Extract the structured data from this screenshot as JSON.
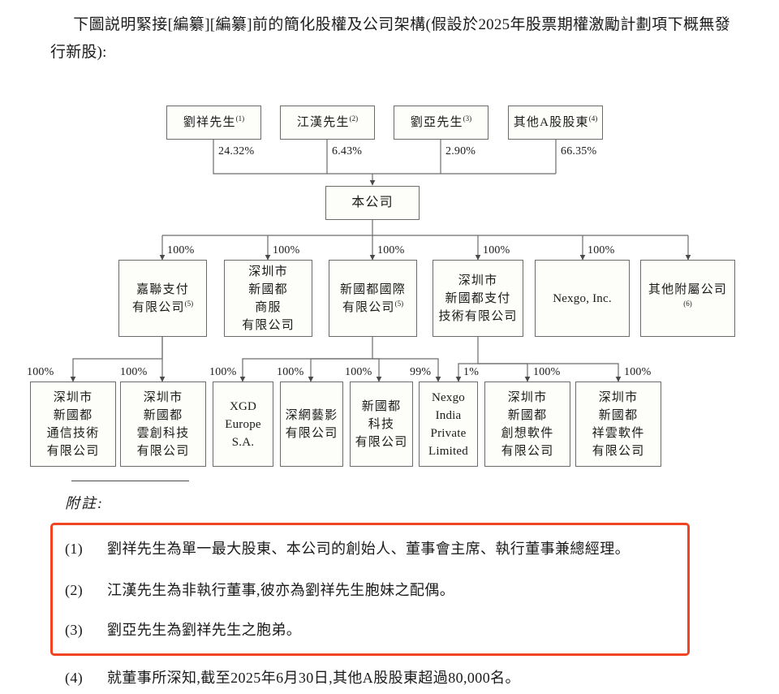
{
  "intro": {
    "text": "下圖説明緊接[編纂][編纂]前的簡化股權及公司架構(假設於2025年股票期權激勵計劃項下概無發行新股):"
  },
  "chart_data": {
    "type": "diagram",
    "title": "簡化股權及公司架構",
    "levels": [
      {
        "level": 1,
        "nodes": [
          {
            "id": "sh1",
            "label": "劉祥先生",
            "footnote": "(1)",
            "pct_to_parent": "24.32%"
          },
          {
            "id": "sh2",
            "label": "江漢先生",
            "footnote": "(2)",
            "pct_to_parent": "6.43%"
          },
          {
            "id": "sh3",
            "label": "劉亞先生",
            "footnote": "(3)",
            "pct_to_parent": "2.90%"
          },
          {
            "id": "sh4",
            "label": "其他A股股東",
            "footnote": "(4)",
            "pct_to_parent": "66.35%"
          }
        ]
      },
      {
        "level": 2,
        "nodes": [
          {
            "id": "company",
            "label": "本公司",
            "footnote": ""
          }
        ]
      },
      {
        "level": 3,
        "nodes": [
          {
            "id": "s1",
            "lines": [
              "嘉聯支付",
              "有限公司"
            ],
            "footnote": "(5)",
            "pct": "100%"
          },
          {
            "id": "s2",
            "lines": [
              "深圳市",
              "新國都",
              "商服",
              "有限公司"
            ],
            "footnote": "",
            "pct": "100%"
          },
          {
            "id": "s3",
            "lines": [
              "新國都國際",
              "有限公司"
            ],
            "footnote": "(5)",
            "pct": "100%"
          },
          {
            "id": "s4",
            "lines": [
              "深圳市",
              "新國都支付",
              "技術有限公司"
            ],
            "footnote": "",
            "pct": "100%"
          },
          {
            "id": "s5",
            "lines": [
              "Nexgo, Inc."
            ],
            "footnote": "",
            "pct": "100%",
            "latin": true
          },
          {
            "id": "s6",
            "lines": [
              "其他附屬公司"
            ],
            "footnote": "(6)",
            "pct": ""
          }
        ]
      },
      {
        "level": 4,
        "nodes": [
          {
            "id": "t1",
            "lines": [
              "深圳市",
              "新國都",
              "通信技術",
              "有限公司"
            ],
            "pct": "100%",
            "parent": "s1"
          },
          {
            "id": "t2",
            "lines": [
              "深圳市",
              "新國都",
              "雲創科技",
              "有限公司"
            ],
            "pct": "100%",
            "parent": "s1"
          },
          {
            "id": "t3",
            "lines": [
              "XGD",
              "Europe",
              "S.A."
            ],
            "pct": "100%",
            "parent": "s3",
            "latin": true
          },
          {
            "id": "t4",
            "lines": [
              "深網藝影",
              "有限公司"
            ],
            "pct": "100%",
            "parent": "s3"
          },
          {
            "id": "t5",
            "lines": [
              "新國都",
              "科技",
              "有限公司"
            ],
            "pct": "100%",
            "parent": "s3"
          },
          {
            "id": "t6",
            "lines": [
              "Nexgo",
              "India",
              "Private",
              "Limited"
            ],
            "pct": "99%",
            "pct2": "1%",
            "parent": "s3",
            "latin": true
          },
          {
            "id": "t7",
            "lines": [
              "深圳市",
              "新國都",
              "創想軟件",
              "有限公司"
            ],
            "pct": "100%",
            "parent": "s4"
          },
          {
            "id": "t8",
            "lines": [
              "深圳市",
              "新國都",
              "祥雲軟件",
              "有限公司"
            ],
            "pct": "100%",
            "parent": "s4"
          }
        ]
      }
    ],
    "edge_labels": [
      "24.32%",
      "6.43%",
      "2.90%",
      "66.35%",
      "100%",
      "100%",
      "100%",
      "100%",
      "100%",
      "100%",
      "100%",
      "100%",
      "100%",
      "100%",
      "99%",
      "1%",
      "100%",
      "100%"
    ]
  },
  "notes": {
    "rule": "",
    "title": "附註:",
    "highlight_color": "#f04423",
    "items": [
      {
        "num": "(1)",
        "text": "劉祥先生為單一最大股東、本公司的創始人、董事會主席、執行董事兼總經理。"
      },
      {
        "num": "(2)",
        "text": "江漢先生為非執行董事,彼亦為劉祥先生胞妹之配偶。"
      },
      {
        "num": "(3)",
        "text": "劉亞先生為劉祥先生之胞弟。"
      },
      {
        "num": "(4)",
        "text": "就董事所深知,截至2025年6月30日,其他A股股東超過80,000名。"
      }
    ]
  }
}
